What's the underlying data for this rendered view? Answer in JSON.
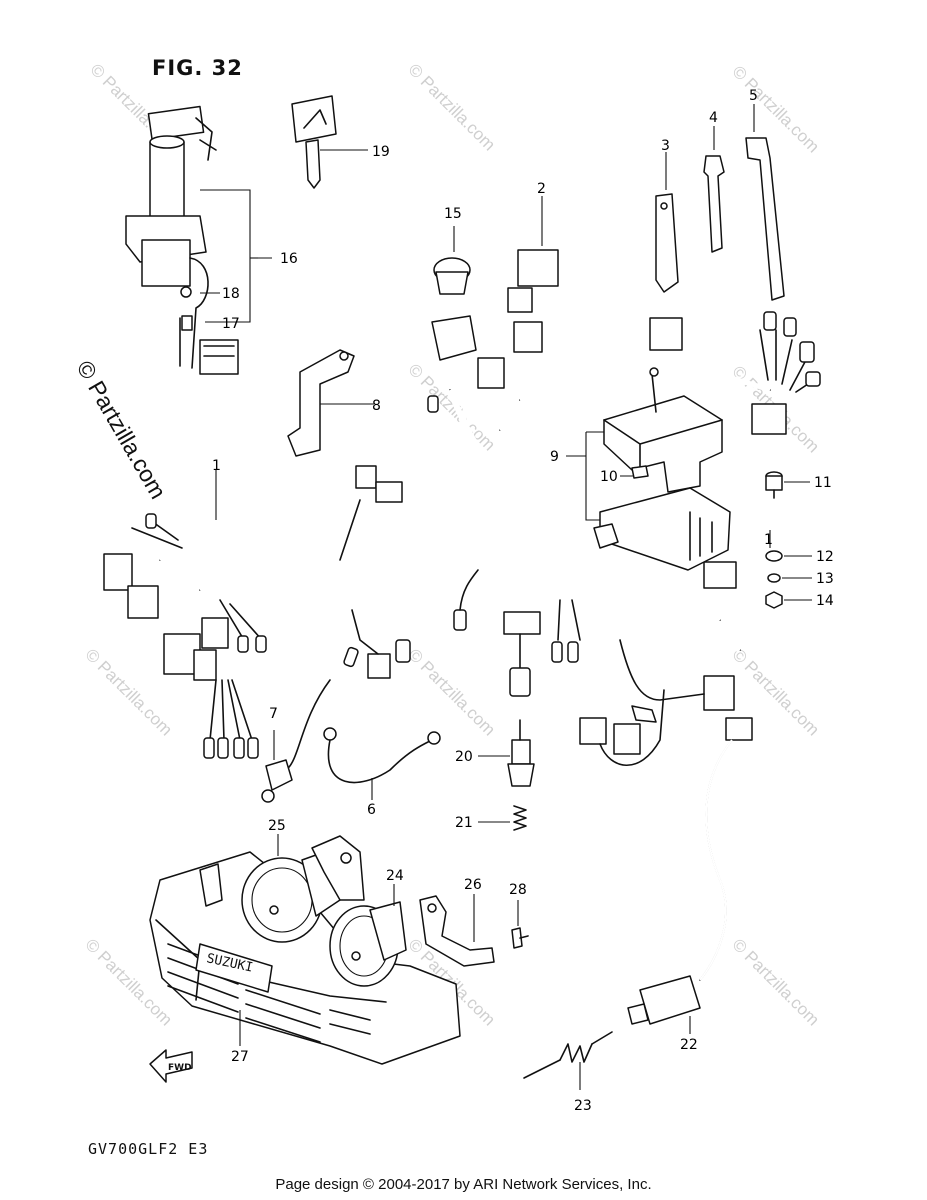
{
  "figure": {
    "title": "FIG. 32",
    "model_code": "GV700GLF2  E3"
  },
  "footer": {
    "copyright": "Page design © 2004-2017 by ARI Network Services, Inc."
  },
  "watermark": {
    "text": "© Partzilla.com"
  },
  "fwd_arrow": {
    "label": "FWD"
  },
  "logo": {
    "text": "SUZUKI"
  },
  "callouts": [
    {
      "number": "1"
    },
    {
      "number": "2"
    },
    {
      "number": "3"
    },
    {
      "number": "4"
    },
    {
      "number": "5"
    },
    {
      "number": "6"
    },
    {
      "number": "7"
    },
    {
      "number": "8"
    },
    {
      "number": "9"
    },
    {
      "number": "10"
    },
    {
      "number": "11"
    },
    {
      "number": "12"
    },
    {
      "number": "13"
    },
    {
      "number": "14"
    },
    {
      "number": "15"
    },
    {
      "number": "16"
    },
    {
      "number": "17"
    },
    {
      "number": "18"
    },
    {
      "number": "19"
    },
    {
      "number": "20"
    },
    {
      "number": "21"
    },
    {
      "number": "22"
    },
    {
      "number": "23"
    },
    {
      "number": "24"
    },
    {
      "number": "25"
    },
    {
      "number": "26"
    },
    {
      "number": "27"
    },
    {
      "number": "28"
    }
  ]
}
